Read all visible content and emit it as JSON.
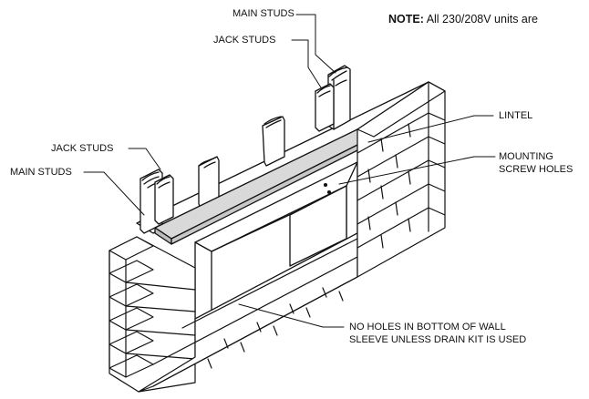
{
  "note": {
    "prefix": "NOTE:",
    "text": "All 230/208V units are"
  },
  "labels": {
    "main_studs_top": "MAIN STUDS",
    "jack_studs_top": "JACK STUDS",
    "lintel": "LINTEL",
    "mounting_line1": "MOUNTING",
    "mounting_line2": "SCREW HOLES",
    "jack_studs_left": "JACK STUDS",
    "main_studs_left": "MAIN STUDS",
    "drain_line1": "NO HOLES IN BOTTOM OF WALL",
    "drain_line2": "SLEEVE UNLESS DRAIN KIT IS USED"
  },
  "colors": {
    "line": "#111111",
    "lintel_fill": "#d9d9d9",
    "background": "#ffffff"
  }
}
